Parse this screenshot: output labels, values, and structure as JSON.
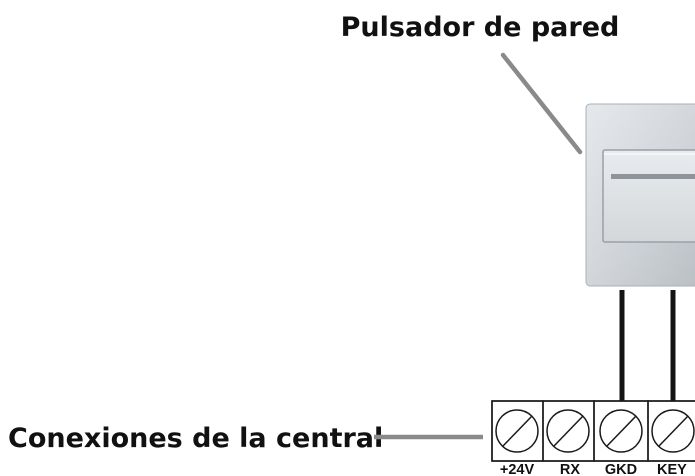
{
  "callouts": {
    "wall_switch": "Pulsador de pared",
    "central_connections": "Conexiones de la central"
  },
  "terminal_block": {
    "terminals": [
      "+24V",
      "RX",
      "GKD",
      "KEY"
    ]
  },
  "colors": {
    "leader_line": "#8a8a8a",
    "wire": "#141414",
    "switch_plate": "#d2d6da",
    "switch_rocker": "#dfe2e5",
    "switch_indicator": "#8e949a"
  }
}
